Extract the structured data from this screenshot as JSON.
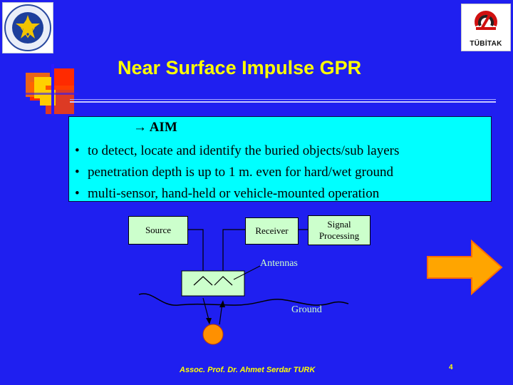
{
  "title": "Near Surface Impulse GPR",
  "aim": {
    "heading": "AIM",
    "arrow": "→",
    "bullets": [
      "to detect, locate and identify the buried objects/sub layers",
      "penetration depth is up to 1 m. even for hard/wet ground",
      "multi-sensor, hand-held or vehicle-mounted operation"
    ],
    "bullet_char": "•"
  },
  "diagram": {
    "source": "Source",
    "receiver": "Receiver",
    "signal_line1": "Signal",
    "signal_line2": "Processing",
    "antennas": "Antennas",
    "ground": "Ground"
  },
  "logos": {
    "right_brand": "TÜBİTAK"
  },
  "footer": {
    "author": "Assoc. Prof. Dr. Ahmet Serdar TURK",
    "page": "4"
  },
  "colors": {
    "background": "#1f1ff0",
    "title": "#ffff00",
    "aim_box": "#00ffff",
    "diagram_box": "#ccffcc",
    "next_arrow": "#ffa500"
  },
  "icons": {
    "next": "right-arrow-icon",
    "university_logo": "university-seal-icon",
    "tubitak_logo": "tubitak-logo-icon"
  }
}
